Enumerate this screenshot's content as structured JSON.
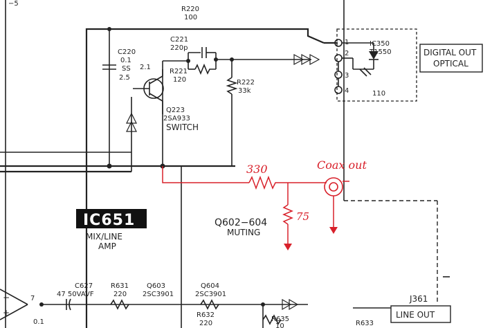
{
  "labels": {
    "top_left": "−5",
    "r220": "R220",
    "r220_val": "100",
    "c221": "C221",
    "c221_val": "220p",
    "c220": "C220",
    "c220_val1": "0.1",
    "c220_val2": "SS",
    "v21": "2.1",
    "v25": "2.5",
    "r221": "R221",
    "r221_val": "120",
    "r222": "R222",
    "r222_val": "33k",
    "q223": "Q223",
    "q223_part": "2SA933",
    "q223_fn": "SWITCH",
    "ic350": "IC350",
    "ic350_part": "T1550",
    "ic350_num": "110",
    "pin1": "1",
    "pin2": "2",
    "pin3": "3",
    "pin4": "4",
    "digital_out_l1": "DIGITAL OUT",
    "digital_out_l2": "OPTICAL",
    "ic651": "IC651",
    "mixline_l1": "MIX/LINE",
    "mixline_l2": "AMP",
    "q602": "Q602−604",
    "muting": "MUTING",
    "c627": "C627",
    "c627_val": "47 50VAVF",
    "r631": "R631",
    "r631_val": "220",
    "q603": "Q603",
    "q603_part": "2SC3901",
    "q604": "Q604",
    "q604_part": "2SC3901",
    "r632": "R632",
    "r632_val": "220",
    "r635": "R635",
    "r635_val": "10",
    "r633": "R633",
    "j361": "J361",
    "line_out": "LINE OUT",
    "opamp_pin7": "7",
    "opamp_minus": "−",
    "opamp_plus": "+",
    "v01": "0.1"
  },
  "annotations": {
    "r330": "330",
    "r75": "75",
    "coax_out": "Coax out"
  },
  "colors": {
    "ink": "#222222",
    "annotation_red": "#d8202a"
  }
}
